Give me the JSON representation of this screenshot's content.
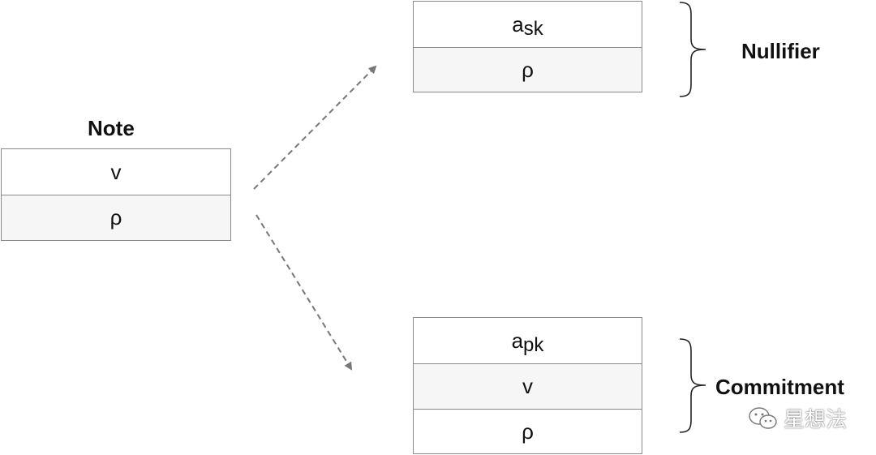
{
  "note": {
    "title": "Note",
    "rows": [
      "v",
      "ρ"
    ]
  },
  "nullifier": {
    "label": "Nullifier",
    "rows": [
      {
        "base": "a",
        "sub": "sk"
      },
      {
        "base": "ρ",
        "sub": ""
      }
    ]
  },
  "commitment": {
    "label": "Commitment",
    "rows": [
      {
        "base": "a",
        "sub": "pk"
      },
      {
        "base": "v",
        "sub": ""
      },
      {
        "base": "ρ",
        "sub": ""
      }
    ]
  },
  "watermark": {
    "text": "星想法",
    "icon": "wechat-icon"
  },
  "colors": {
    "box_border": "#8a8a8a",
    "arrow": "#777777",
    "alt_row": "#f6f6f6"
  }
}
